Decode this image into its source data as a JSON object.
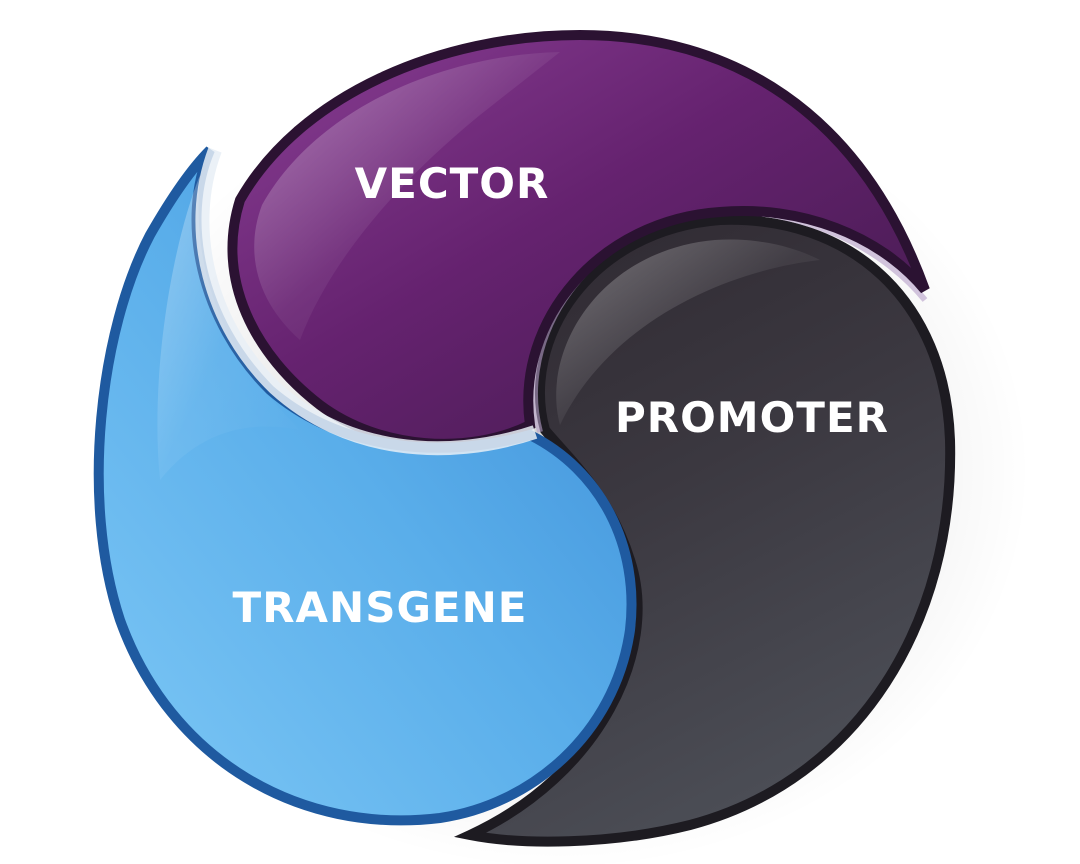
{
  "diagram": {
    "segments": [
      {
        "id": "vector",
        "label": "VECTOR",
        "color_light": "#8a3f95",
        "color_dark": "#3f1a4a"
      },
      {
        "id": "promoter",
        "label": "PROMOTER",
        "color_light": "#4a4550",
        "color_dark": "#2e2b33"
      },
      {
        "id": "transgene",
        "label": "TRANSGENE",
        "color_light": "#6dc0f2",
        "color_dark": "#2f79c4"
      }
    ]
  }
}
